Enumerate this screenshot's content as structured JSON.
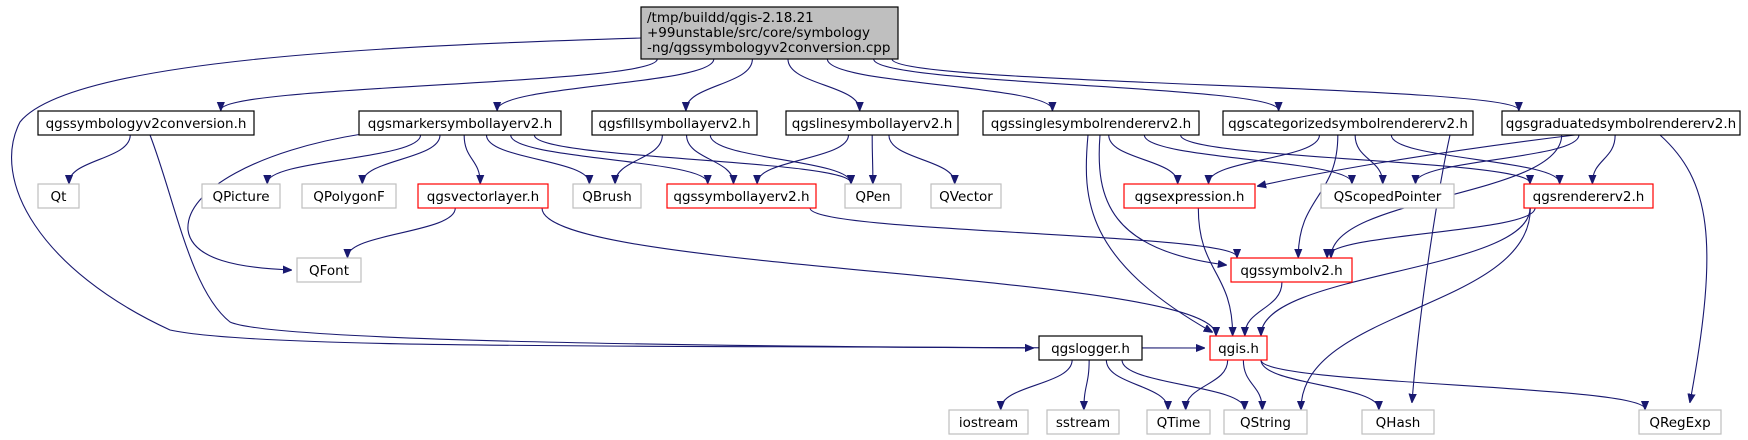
{
  "colors": {
    "edge": "#191970",
    "root_fill": "#bfbfbf",
    "header_border": "#000000",
    "project_border": "#ff0000",
    "external_border": "#bfbfbf"
  },
  "nodes": [
    {
      "id": "root",
      "kind": "root",
      "lines": [
        "/tmp/buildd/qgis-2.18.21",
        "+99unstable/src/core/symbology",
        "-ng/qgssymbologyv2conversion.cpp"
      ]
    },
    {
      "id": "qgssymbologyv2conversion_h",
      "kind": "header",
      "lines": [
        "qgssymbologyv2conversion.h"
      ]
    },
    {
      "id": "qgsmarkersymbollayerv2_h",
      "kind": "header",
      "lines": [
        "qgsmarkersymbollayerv2.h"
      ]
    },
    {
      "id": "qgsfillsymbollayerv2_h",
      "kind": "header",
      "lines": [
        "qgsfillsymbollayerv2.h"
      ]
    },
    {
      "id": "qgslinesymbollayerv2_h",
      "kind": "header",
      "lines": [
        "qgslinesymbollayerv2.h"
      ]
    },
    {
      "id": "qgssinglesymbolrendererv2_h",
      "kind": "header",
      "lines": [
        "qgssinglesymbolrendererv2.h"
      ]
    },
    {
      "id": "qgscategorizedsymbolrendererv2_h",
      "kind": "header",
      "lines": [
        "qgscategorizedsymbolrendererv2.h"
      ]
    },
    {
      "id": "qgsgraduatedsymbolrendererv2_h",
      "kind": "header",
      "lines": [
        "qgsgraduatedsymbolrendererv2.h"
      ]
    },
    {
      "id": "Qt",
      "kind": "external",
      "lines": [
        "Qt"
      ]
    },
    {
      "id": "QPicture",
      "kind": "external",
      "lines": [
        "QPicture"
      ]
    },
    {
      "id": "QPolygonF",
      "kind": "external",
      "lines": [
        "QPolygonF"
      ]
    },
    {
      "id": "qgsvectorlayer_h",
      "kind": "project",
      "lines": [
        "qgsvectorlayer.h"
      ]
    },
    {
      "id": "QBrush",
      "kind": "external",
      "lines": [
        "QBrush"
      ]
    },
    {
      "id": "qgssymbollayerv2_h",
      "kind": "project",
      "lines": [
        "qgssymbollayerv2.h"
      ]
    },
    {
      "id": "QPen",
      "kind": "external",
      "lines": [
        "QPen"
      ]
    },
    {
      "id": "QVector",
      "kind": "external",
      "lines": [
        "QVector"
      ]
    },
    {
      "id": "qgsexpression_h",
      "kind": "project",
      "lines": [
        "qgsexpression.h"
      ]
    },
    {
      "id": "QScopedPointer",
      "kind": "external",
      "lines": [
        "QScopedPointer"
      ]
    },
    {
      "id": "qgsrendererv2_h",
      "kind": "project",
      "lines": [
        "qgsrendererv2.h"
      ]
    },
    {
      "id": "QFont",
      "kind": "external",
      "lines": [
        "QFont"
      ]
    },
    {
      "id": "qgssymbolv2_h",
      "kind": "project",
      "lines": [
        "qgssymbolv2.h"
      ]
    },
    {
      "id": "qgslogger_h",
      "kind": "header",
      "lines": [
        "qgslogger.h"
      ]
    },
    {
      "id": "qgis_h",
      "kind": "project",
      "lines": [
        "qgis.h"
      ]
    },
    {
      "id": "iostream",
      "kind": "external",
      "lines": [
        "iostream"
      ]
    },
    {
      "id": "sstream",
      "kind": "external",
      "lines": [
        "sstream"
      ]
    },
    {
      "id": "QTime",
      "kind": "external",
      "lines": [
        "QTime"
      ]
    },
    {
      "id": "QString",
      "kind": "external",
      "lines": [
        "QString"
      ]
    },
    {
      "id": "QHash",
      "kind": "external",
      "lines": [
        "QHash"
      ]
    },
    {
      "id": "QRegExp",
      "kind": "external",
      "lines": [
        "QRegExp"
      ]
    }
  ],
  "edges": [
    [
      "root",
      "qgssymbologyv2conversion_h"
    ],
    [
      "root",
      "qgsmarkersymbollayerv2_h"
    ],
    [
      "root",
      "qgsfillsymbollayerv2_h"
    ],
    [
      "root",
      "qgslinesymbollayerv2_h"
    ],
    [
      "root",
      "qgssinglesymbolrendererv2_h"
    ],
    [
      "root",
      "qgscategorizedsymbolrendererv2_h"
    ],
    [
      "root",
      "qgsgraduatedsymbolrendererv2_h"
    ],
    [
      "root",
      "qgslogger_h"
    ],
    [
      "qgssymbologyv2conversion_h",
      "Qt"
    ],
    [
      "qgssymbologyv2conversion_h",
      "qgis_h"
    ],
    [
      "qgsmarkersymbollayerv2_h",
      "QFont"
    ],
    [
      "qgsmarkersymbollayerv2_h",
      "QPicture"
    ],
    [
      "qgsmarkersymbollayerv2_h",
      "QPolygonF"
    ],
    [
      "qgsmarkersymbollayerv2_h",
      "qgsvectorlayer_h"
    ],
    [
      "qgsmarkersymbollayerv2_h",
      "QBrush"
    ],
    [
      "qgsmarkersymbollayerv2_h",
      "qgssymbollayerv2_h"
    ],
    [
      "qgsmarkersymbollayerv2_h",
      "QPen"
    ],
    [
      "qgsfillsymbollayerv2_h",
      "QBrush"
    ],
    [
      "qgsfillsymbollayerv2_h",
      "qgssymbollayerv2_h"
    ],
    [
      "qgsfillsymbollayerv2_h",
      "QPen"
    ],
    [
      "qgslinesymbollayerv2_h",
      "qgssymbollayerv2_h"
    ],
    [
      "qgslinesymbollayerv2_h",
      "QPen"
    ],
    [
      "qgslinesymbollayerv2_h",
      "QVector"
    ],
    [
      "qgsvectorlayer_h",
      "QFont"
    ],
    [
      "qgsvectorlayer_h",
      "qgis_h"
    ],
    [
      "qgssymbollayerv2_h",
      "qgssymbolv2_h"
    ],
    [
      "qgssinglesymbolrendererv2_h",
      "qgsexpression_h"
    ],
    [
      "qgssinglesymbolrendererv2_h",
      "QScopedPointer"
    ],
    [
      "qgssinglesymbolrendererv2_h",
      "qgsrendererv2_h"
    ],
    [
      "qgssinglesymbolrendererv2_h",
      "qgssymbolv2_h"
    ],
    [
      "qgssinglesymbolrendererv2_h",
      "qgis_h"
    ],
    [
      "qgscategorizedsymbolrendererv2_h",
      "qgsexpression_h"
    ],
    [
      "qgscategorizedsymbolrendererv2_h",
      "QScopedPointer"
    ],
    [
      "qgscategorizedsymbolrendererv2_h",
      "qgsrendererv2_h"
    ],
    [
      "qgscategorizedsymbolrendererv2_h",
      "qgssymbolv2_h"
    ],
    [
      "qgscategorizedsymbolrendererv2_h",
      "QHash"
    ],
    [
      "qgsgraduatedsymbolrendererv2_h",
      "qgsexpression_h"
    ],
    [
      "qgsgraduatedsymbolrendererv2_h",
      "QScopedPointer"
    ],
    [
      "qgsgraduatedsymbolrendererv2_h",
      "qgsrendererv2_h"
    ],
    [
      "qgsgraduatedsymbolrendererv2_h",
      "qgssymbolv2_h"
    ],
    [
      "qgsgraduatedsymbolrendererv2_h",
      "QRegExp"
    ],
    [
      "qgsexpression_h",
      "qgis_h"
    ],
    [
      "qgsrendererv2_h",
      "qgssymbolv2_h"
    ],
    [
      "qgsrendererv2_h",
      "qgis_h"
    ],
    [
      "qgsrendererv2_h",
      "QString"
    ],
    [
      "qgssymbolv2_h",
      "qgis_h"
    ],
    [
      "qgslogger_h",
      "iostream"
    ],
    [
      "qgslogger_h",
      "sstream"
    ],
    [
      "qgslogger_h",
      "QTime"
    ],
    [
      "qgslogger_h",
      "QString"
    ],
    [
      "qgis_h",
      "QTime"
    ],
    [
      "qgis_h",
      "QString"
    ],
    [
      "qgis_h",
      "QHash"
    ],
    [
      "qgis_h",
      "QRegExp"
    ]
  ]
}
